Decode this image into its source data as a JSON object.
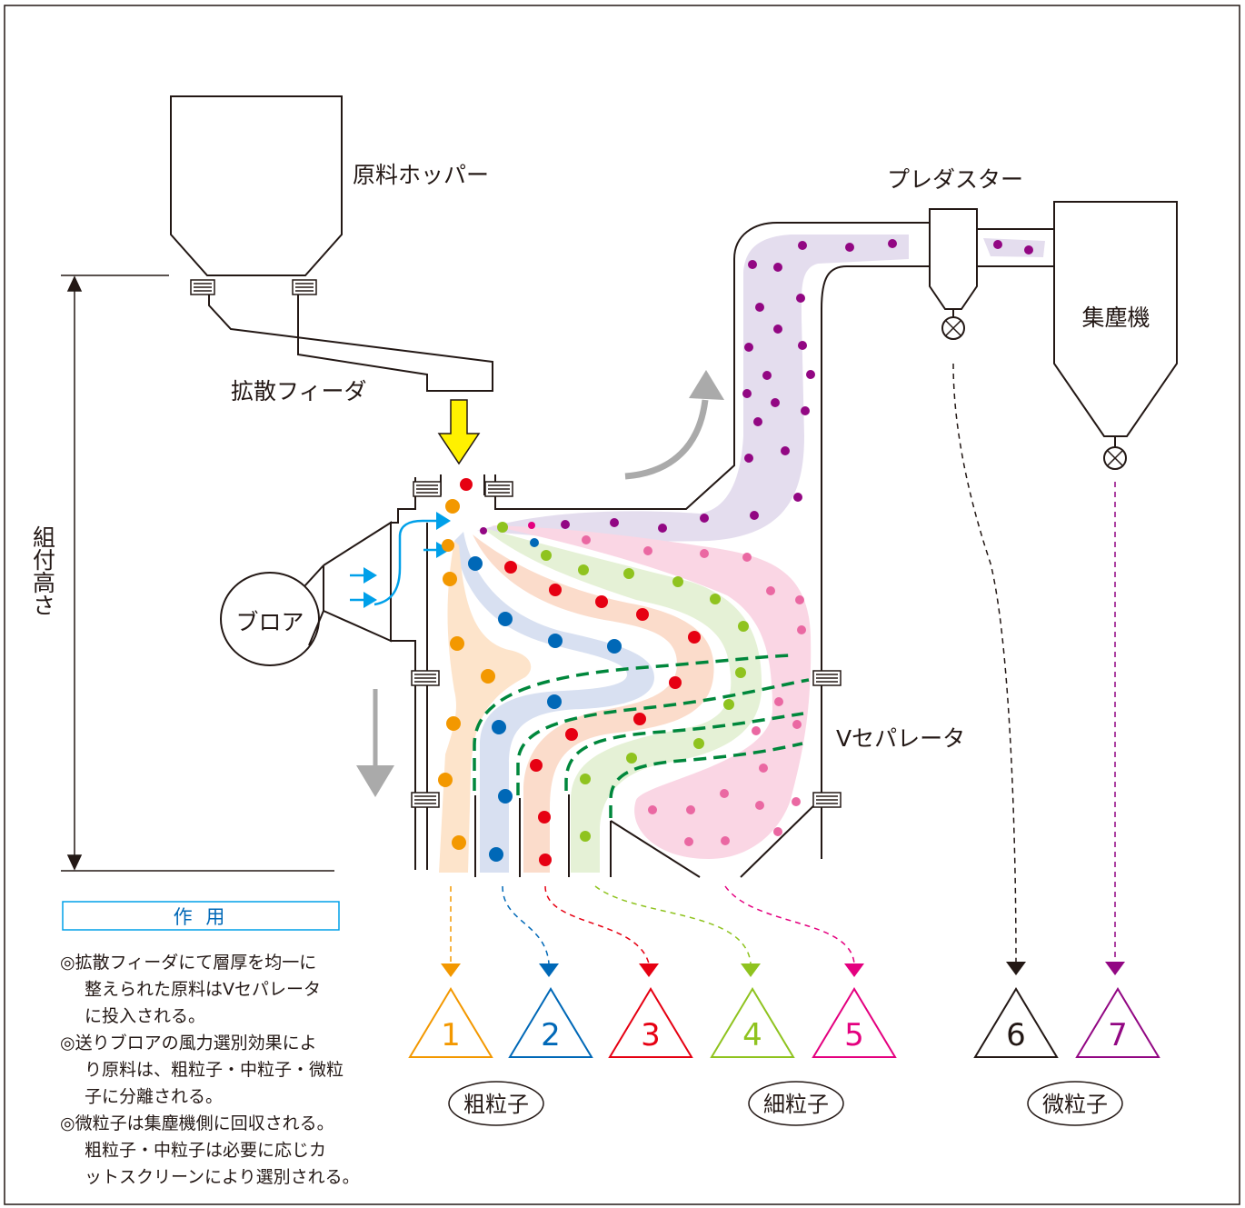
{
  "labels": {
    "hopper": "原料ホッパー",
    "feeder": "拡散フィーダ",
    "blower": "ブロア",
    "separator": "Vセパレータ",
    "predust": "プレダスター",
    "collector": "集塵機",
    "height": "組付高さ"
  },
  "action": {
    "title": "作 用",
    "lines": [
      "◎拡散フィーダにて層厚を均一に",
      "整えられた原料はVセパレータ",
      "に投入される。",
      "◎送りブロアの風力選別効果によ",
      "り原料は、粗粒子・中粒子・微粒",
      "子に分離される。",
      "◎微粒子は集塵機側に回収される。",
      "粗粒子・中粒子は必要に応じカ",
      "ットスクリーンにより選別される。"
    ]
  },
  "outputs": [
    {
      "num": "1",
      "color": "#f39800"
    },
    {
      "num": "2",
      "color": "#0068b7"
    },
    {
      "num": "3",
      "color": "#e60012"
    },
    {
      "num": "4",
      "color": "#8fc31f"
    },
    {
      "num": "5",
      "color": "#e4007f"
    },
    {
      "num": "6",
      "color": "#231815"
    },
    {
      "num": "7",
      "color": "#920783"
    }
  ],
  "groups": {
    "coarse": "粗粒子",
    "fine": "細粒子",
    "micro": "微粒子"
  },
  "colors": {
    "orange": "#f39800",
    "blue": "#0068b7",
    "red": "#e60012",
    "green": "#8fc31f",
    "pink": "#ea68a2",
    "magenta": "#e4007f",
    "purple": "#920783",
    "arrow_yellow": "#fff100",
    "arrow_cyan": "#00a0e9",
    "arrow_gray": "#aaaaaa",
    "guide_green": "#00873c"
  }
}
